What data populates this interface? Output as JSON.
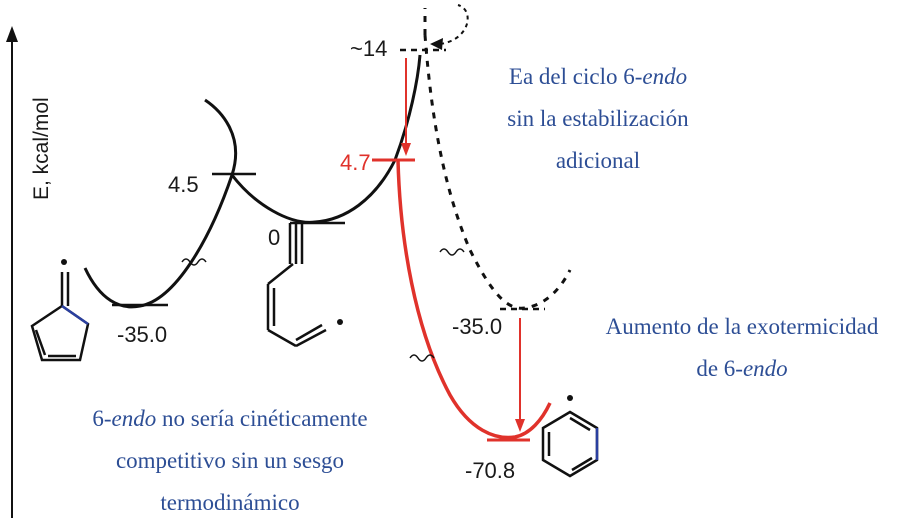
{
  "axis": {
    "label": "E, kcal/mol"
  },
  "energies": {
    "left_min": "-35.0",
    "left_ts": "4.5",
    "center_min": "0",
    "red_ts": "4.7",
    "dashed_ts": "~14",
    "dashed_min": "-35.0",
    "red_min": "-70.8"
  },
  "notes": {
    "ea": {
      "line1_prefix": "Ea del ciclo 6-",
      "line1_italic": "endo",
      "line2": "sin la estabilización",
      "line3": "adicional"
    },
    "exo": {
      "line1": "Aumento de la exotermicidad",
      "line2_prefix": "de 6-",
      "line2_italic": "endo"
    },
    "kinetic": {
      "line1_prefix": "6-",
      "line1_italic": "endo",
      "line1_suffix": " no sería cinéticamente",
      "line2": "competitivo sin un sesgo",
      "line3": "termodinámico"
    }
  },
  "colors": {
    "black_curve": "#111111",
    "red_curve": "#e0322b",
    "annotation_text": "#2d4e95",
    "bond_highlight": "#2a3fa0"
  }
}
